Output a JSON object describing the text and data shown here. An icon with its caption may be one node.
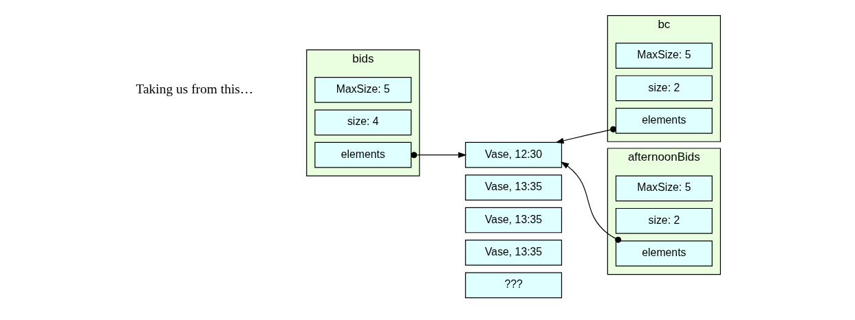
{
  "diagram": {
    "nodes": [
      {
        "text": [
          "bids"
        ]
      },
      {
        "text": [
          "MaxSize: 5"
        ],
        "in": 0
      },
      {
        "text": [
          "size: 4"
        ],
        "in": 0
      },
      {
        "text": [
          "elements"
        ],
        "in": 0
      },
      {
        "text": [
          "Vase, 12:30"
        ]
      },
      {
        "text": [
          "Vase, 13:35"
        ]
      },
      {
        "text": [
          "Vase, 13:35"
        ]
      },
      {
        "text": [
          "Vase, 13:35"
        ]
      },
      {
        "text": [
          "???"
        ]
      },
      {
        "text": [
          "bc"
        ]
      },
      {
        "text": [
          "MaxSize: 5"
        ],
        "in": 9
      },
      {
        "text": [
          "size: 2"
        ],
        "in": 9
      },
      {
        "text": [
          "elements"
        ],
        "in": 9
      },
      {
        "text": [
          "afternoonBids"
        ]
      },
      {
        "text": [
          "MaxSize: 5"
        ],
        "in": 13
      },
      {
        "text": [
          "size: 2"
        ],
        "in": 13
      },
      {
        "text": [
          "elements"
        ],
        "in": 13
      }
    ],
    "edges": [
      {
        "from": 3,
        "to": 4,
        "arrow": "to"
      },
      {
        "from": 12,
        "to": 4,
        "arrow": "to"
      },
      {
        "from": 16,
        "to": 4,
        "arrow": "to"
      }
    ],
    "labels": [
      "Taking us from this…"
    ]
  }
}
